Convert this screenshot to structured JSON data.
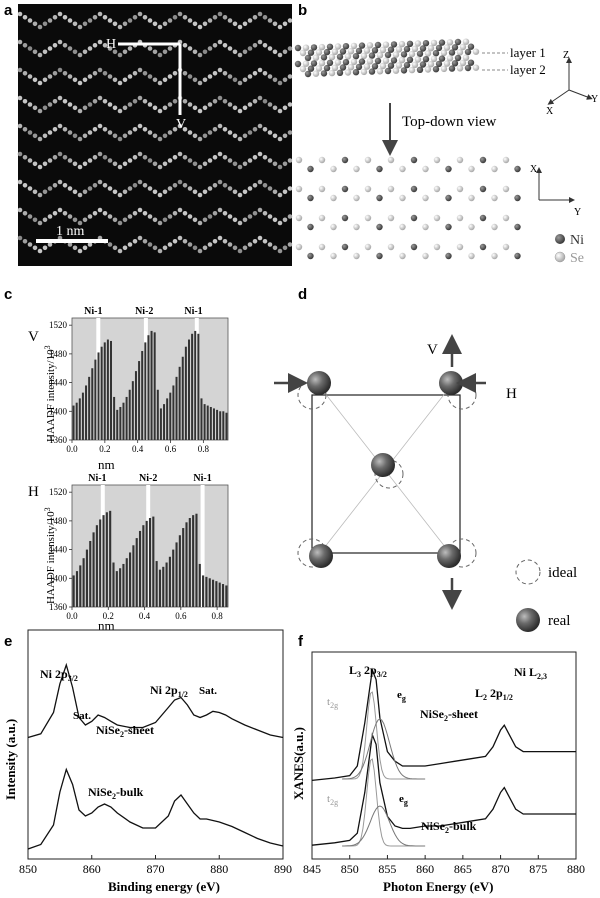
{
  "panels": {
    "a": {
      "label": "a",
      "H": "H",
      "V": "V",
      "scalebar": "1 nm"
    },
    "b": {
      "label": "b",
      "layer1": "layer 1",
      "layer2": "layer 2",
      "axes3d": {
        "z": "Z",
        "x": "X",
        "y": "Y"
      },
      "arrow_text": "Top-down view",
      "axes2d": {
        "x": "X",
        "y": "Y"
      },
      "legend": [
        {
          "name": "Ni",
          "color": "#555555"
        },
        {
          "name": "Se",
          "color": "#bbbbbb"
        }
      ]
    },
    "c": {
      "label": "c",
      "ylabel": "HAADF intensity/10",
      "ylabel_sup": "3",
      "xlabel": "nm",
      "yticks": [
        "1520",
        "1480",
        "1440",
        "1400",
        "1360"
      ]
    },
    "d": {
      "label": "d",
      "V": "V",
      "H": "H",
      "legend_ideal": "ideal",
      "legend_real": "real"
    },
    "e": {
      "label": "e",
      "ylabel": "Intensity (a.u.)",
      "xlabel": "Binding energy (eV)",
      "ni2p32": "Ni 2p",
      "ni2p32_sub": "3/2",
      "ni2p12": "Ni 2p",
      "ni2p12_sub": "1/2",
      "sat1": "Sat.",
      "sat2": "Sat.",
      "sheet_a": "NiSe",
      "sheet_sub": "2",
      "sheet_b": "-sheet",
      "bulk_a": "NiSe",
      "bulk_sub": "2",
      "bulk_b": "-bulk"
    },
    "f": {
      "label": "f",
      "ylabel": "XANES(a.u.)",
      "xlabel": "Photon Energy (eV)",
      "edge": "Ni L",
      "edge_sub": "2,3",
      "l3": "L",
      "l3_sub": "3",
      "l3_b": " 2p",
      "l3_sub2": "3/2",
      "l2": "L",
      "l2_sub": "2",
      "l2_b": " 2p",
      "l2_sub2": "1/2",
      "t2g": "t",
      "t2g_sub": "2g",
      "eg": "e",
      "eg_sub": "g",
      "sheet_a": "NiSe",
      "sheet_sub": "2",
      "sheet_b": "-sheet",
      "bulk_a": "NiSe",
      "bulk_sub": "2",
      "bulk_b": "-bulk"
    }
  },
  "chart_data": [
    {
      "type": "bar",
      "title": "V",
      "xlabel": "nm",
      "ylabel": "HAADF intensity/10^3",
      "xlim": [
        0.0,
        0.95
      ],
      "ylim": [
        1360,
        1530
      ],
      "xticks": [
        "0.0",
        "0.2",
        "0.4",
        "0.6",
        "0.8"
      ],
      "peak_labels": [
        {
          "text": "Ni-1",
          "x": 0.13
        },
        {
          "text": "Ni-2",
          "x": 0.44
        },
        {
          "text": "Ni-1",
          "x": 0.74
        }
      ],
      "gaps_x": [
        0.16,
        0.45,
        0.76
      ],
      "values": [
        1408,
        1412,
        1418,
        1426,
        1436,
        1448,
        1460,
        1472,
        1482,
        1490,
        1496,
        1500,
        1498,
        1420,
        1402,
        1406,
        1412,
        1420,
        1430,
        1442,
        1456,
        1470,
        1484,
        1496,
        1506,
        1512,
        1510,
        1430,
        1404,
        1410,
        1418,
        1426,
        1436,
        1448,
        1462,
        1476,
        1490,
        1500,
        1508,
        1512,
        1508,
        1418,
        1410,
        1408,
        1406,
        1404,
        1402,
        1400,
        1400,
        1398
      ]
    },
    {
      "type": "bar",
      "title": "H",
      "xlabel": "nm",
      "ylabel": "HAADF intensity/10^3",
      "xlim": [
        0.0,
        0.86
      ],
      "ylim": [
        1360,
        1530
      ],
      "xticks": [
        "0.0",
        "0.2",
        "0.4",
        "0.6",
        "0.8"
      ],
      "peak_labels": [
        {
          "text": "Ni-1",
          "x": 0.14
        },
        {
          "text": "Ni-2",
          "x": 0.42
        },
        {
          "text": "Ni-1",
          "x": 0.72
        }
      ],
      "gaps_x": [
        0.17,
        0.42,
        0.72
      ],
      "values": [
        1404,
        1410,
        1418,
        1428,
        1440,
        1452,
        1464,
        1474,
        1482,
        1488,
        1492,
        1494,
        1422,
        1410,
        1414,
        1420,
        1428,
        1436,
        1446,
        1456,
        1466,
        1474,
        1480,
        1484,
        1486,
        1424,
        1412,
        1416,
        1422,
        1430,
        1440,
        1450,
        1460,
        1470,
        1478,
        1484,
        1488,
        1490,
        1420,
        1404,
        1402,
        1400,
        1398,
        1396,
        1394,
        1392,
        1390
      ]
    },
    {
      "type": "line",
      "xlabel": "Binding energy (eV)",
      "ylabel": "Intensity (a.u.)",
      "xlim": [
        850,
        890
      ],
      "xticks": [
        "850",
        "860",
        "870",
        "880",
        "890"
      ],
      "series": [
        {
          "name": "NiSe2-sheet",
          "x": [
            850,
            852,
            854,
            855,
            856,
            857,
            858,
            859,
            860,
            861,
            862,
            863,
            864,
            866,
            868,
            870,
            872,
            873,
            874,
            875,
            876,
            877,
            878,
            879,
            880,
            881,
            882,
            884,
            886,
            888,
            890
          ],
          "values": [
            0.42,
            0.45,
            0.62,
            0.85,
            1.0,
            0.82,
            0.58,
            0.52,
            0.55,
            0.6,
            0.58,
            0.55,
            0.52,
            0.5,
            0.5,
            0.54,
            0.66,
            0.72,
            0.74,
            0.68,
            0.6,
            0.58,
            0.6,
            0.63,
            0.62,
            0.6,
            0.57,
            0.52,
            0.48,
            0.44,
            0.42
          ]
        },
        {
          "name": "NiSe2-bulk",
          "x": [
            850,
            852,
            854,
            855,
            856,
            857,
            858,
            859,
            860,
            861,
            862,
            863,
            864,
            866,
            868,
            870,
            872,
            873,
            874,
            875,
            876,
            877,
            878,
            880,
            882,
            884,
            886,
            888,
            890
          ],
          "values": [
            0.02,
            0.05,
            0.18,
            0.4,
            0.55,
            0.45,
            0.28,
            0.24,
            0.26,
            0.3,
            0.32,
            0.3,
            0.26,
            0.2,
            0.16,
            0.16,
            0.24,
            0.34,
            0.38,
            0.32,
            0.26,
            0.22,
            0.22,
            0.2,
            0.17,
            0.13,
            0.09,
            0.06,
            0.04
          ]
        }
      ]
    },
    {
      "type": "line",
      "xlabel": "Photon Energy (eV)",
      "ylabel": "XANES(a.u.)",
      "xlim": [
        845,
        880
      ],
      "xticks": [
        "845",
        "850",
        "855",
        "860",
        "865",
        "870",
        "875",
        "880"
      ],
      "series": [
        {
          "name": "NiSe2-sheet",
          "x": [
            845,
            848,
            850,
            851,
            852,
            853,
            853.5,
            854,
            855,
            856,
            857,
            858,
            860,
            862,
            864,
            866,
            868,
            869,
            870,
            870.5,
            871,
            872,
            873,
            875,
            878,
            880
          ],
          "values": [
            0.54,
            0.55,
            0.56,
            0.6,
            0.78,
            1.0,
            0.96,
            0.8,
            0.66,
            0.62,
            0.6,
            0.6,
            0.6,
            0.61,
            0.62,
            0.63,
            0.64,
            0.68,
            0.75,
            0.77,
            0.74,
            0.68,
            0.66,
            0.66,
            0.66,
            0.66
          ]
        },
        {
          "name": "NiSe2-bulk",
          "x": [
            845,
            848,
            850,
            851,
            852,
            853,
            853.5,
            854,
            855,
            856,
            857,
            858,
            860,
            862,
            864,
            866,
            868,
            869,
            870,
            870.5,
            871,
            872,
            873,
            875,
            878,
            880
          ],
          "values": [
            0.02,
            0.03,
            0.04,
            0.07,
            0.24,
            0.48,
            0.44,
            0.28,
            0.14,
            0.1,
            0.09,
            0.09,
            0.1,
            0.1,
            0.11,
            0.12,
            0.13,
            0.17,
            0.24,
            0.26,
            0.23,
            0.17,
            0.15,
            0.15,
            0.15,
            0.15
          ]
        }
      ]
    }
  ]
}
